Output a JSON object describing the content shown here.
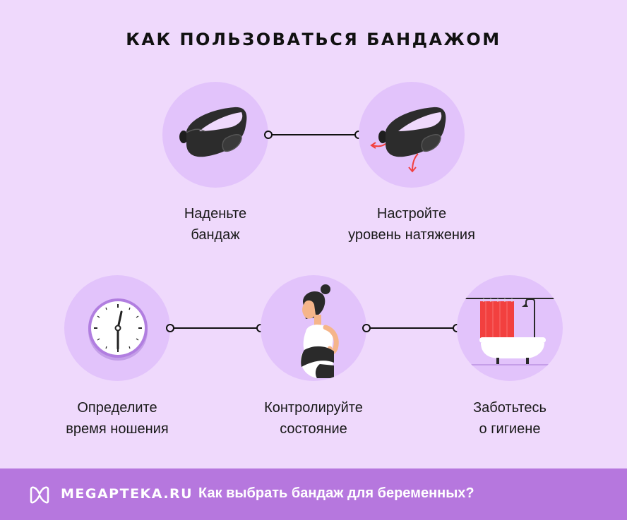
{
  "title": "КАК ПОЛЬЗОВАТЬСЯ БАНДАЖОМ",
  "steps": [
    {
      "line1": "Наденьте",
      "line2": "бандаж",
      "icon": "belly-band-icon"
    },
    {
      "line1": "Настройте",
      "line2": "уровень натяжения",
      "icon": "belly-band-adjust-icon"
    },
    {
      "line1": "Определите",
      "line2": "время ношения",
      "icon": "clock-icon"
    },
    {
      "line1": "Контролируйте",
      "line2": "состояние",
      "icon": "pregnant-woman-icon"
    },
    {
      "line1": "Заботьтесь",
      "line2": "о гигиене",
      "icon": "bathtub-icon"
    }
  ],
  "footer": {
    "brand": "MEGAPTEKA.RU",
    "cta": "Как выбрать бандаж для беременных?",
    "background": "#b677de"
  },
  "colors": {
    "background": "#efd9fc",
    "circle": "#e2c3fb",
    "accent_red": "#f2403f"
  }
}
